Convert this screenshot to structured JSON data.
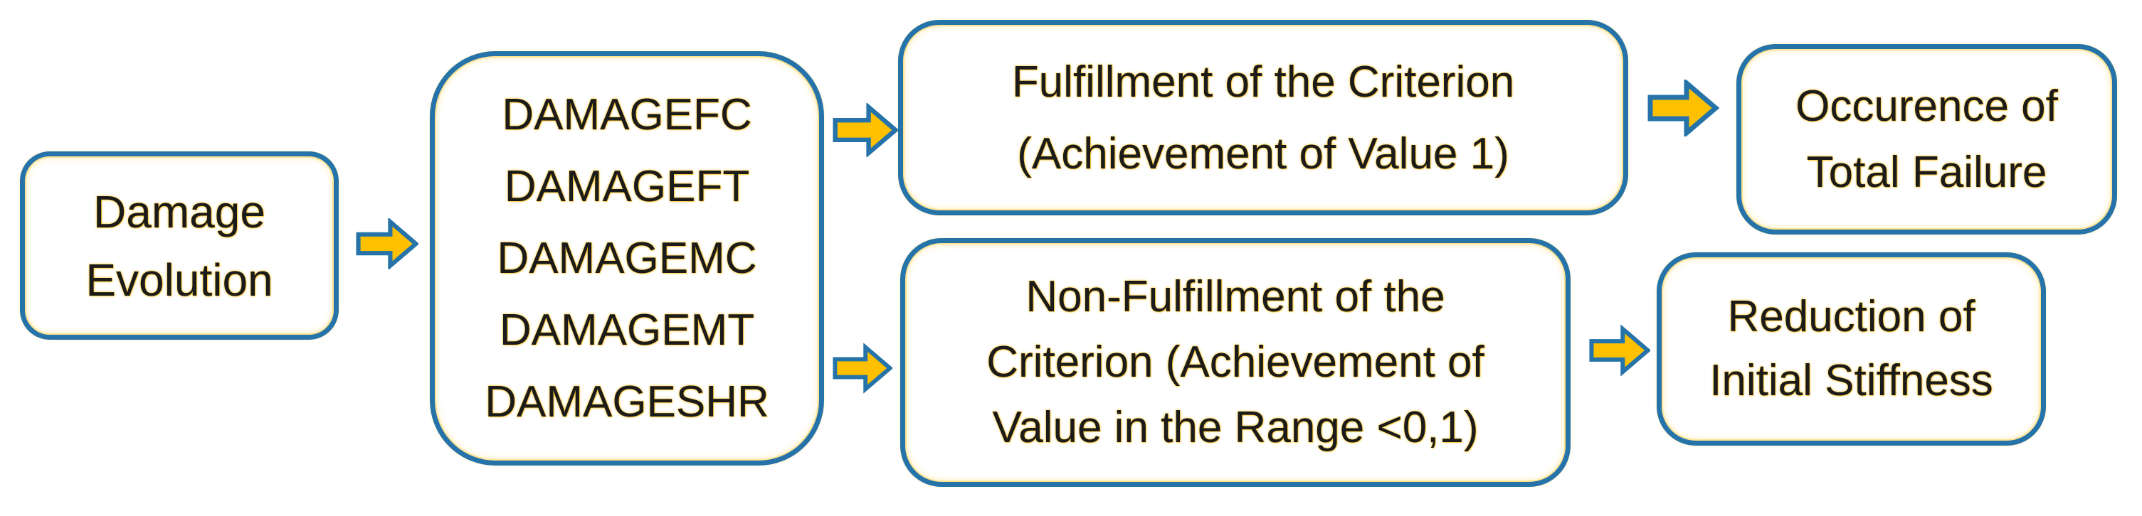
{
  "diagram": {
    "type": "flowchart",
    "background": "#ffffff",
    "colors": {
      "box_border": "#2573a8",
      "arrow_fill": "#ffc000",
      "arrow_border": "#2573a8",
      "text": "#1b1b1b",
      "text_glow": "#ffc000"
    },
    "nodes": {
      "damage_evolution": {
        "lines": [
          "Damage",
          "Evolution"
        ]
      },
      "damage_variables": {
        "lines": [
          "DAMAGEFC",
          "DAMAGEFT",
          "DAMAGEMC",
          "DAMAGEMT",
          "DAMAGESHR"
        ]
      },
      "fulfillment": {
        "lines": [
          "Fulfillment of the Criterion",
          "(Achievement of Value 1)"
        ]
      },
      "non_fulfillment": {
        "lines": [
          "Non-Fulfillment of the",
          "Criterion (Achievement of",
          "Value in the Range <0,1)"
        ]
      },
      "total_failure": {
        "lines": [
          "Occurence of",
          "Total Failure"
        ]
      },
      "stiffness_reduction": {
        "lines": [
          "Reduction of",
          "Initial Stiffness"
        ]
      }
    },
    "flows": [
      {
        "from": "damage_evolution",
        "to": "damage_variables"
      },
      {
        "from": "damage_variables",
        "to": "fulfillment"
      },
      {
        "from": "damage_variables",
        "to": "non_fulfillment"
      },
      {
        "from": "fulfillment",
        "to": "total_failure"
      },
      {
        "from": "non_fulfillment",
        "to": "stiffness_reduction"
      }
    ]
  }
}
